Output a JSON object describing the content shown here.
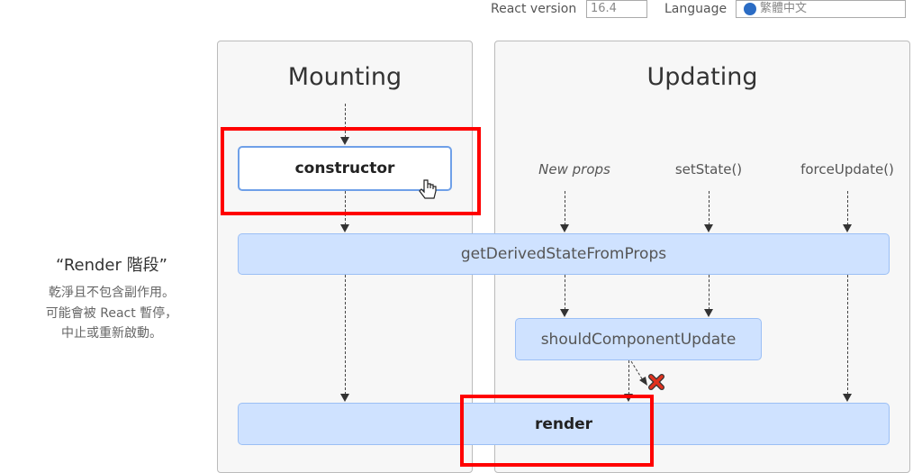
{
  "topbar": {
    "version_label": "React version",
    "version_value": "16.4",
    "language_label": "Language",
    "language_value": "繁體中文"
  },
  "side": {
    "title": "“Render 階段”",
    "lines": [
      "乾淨且不包含副作用。",
      "可能會被 React 暫停，",
      "中止或重新啟動。"
    ]
  },
  "mounting": {
    "title": "Mounting",
    "constructor": "constructor"
  },
  "updating": {
    "title": "Updating",
    "triggers": [
      "New props",
      "setState()",
      "forceUpdate()"
    ],
    "should_update": "shouldComponentUpdate"
  },
  "lifecycle": {
    "get_derived": "getDerivedStateFromProps",
    "render": "render"
  },
  "colors": {
    "highlight": "#ff0000",
    "method_fill": "#cfe2ff",
    "cancel": "#e0321e"
  }
}
